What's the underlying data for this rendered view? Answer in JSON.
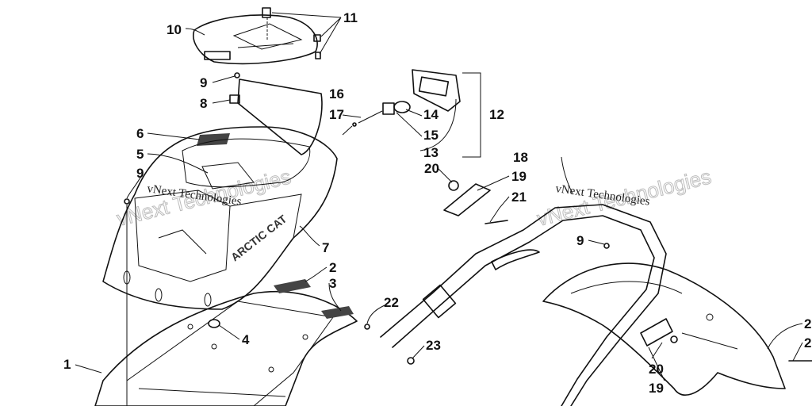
{
  "callouts": {
    "c10": "10",
    "c11": "11",
    "c9a": "9",
    "c8": "8",
    "c6": "6",
    "c5": "5",
    "c9b": "9",
    "c16": "16",
    "c17": "17",
    "c14": "14",
    "c15": "15",
    "c13": "13",
    "c12": "12",
    "c18": "18",
    "c20a": "20",
    "c19a": "19",
    "c21": "21",
    "c9c": "9",
    "c7": "7",
    "c2a": "2",
    "c3": "3",
    "c4": "4",
    "c1": "1",
    "c22": "22",
    "c23": "23",
    "c20b": "20",
    "c19b": "19",
    "c2b": "2",
    "c2c": "2"
  },
  "watermarks": {
    "left_small": "vNext Technologies",
    "left_big": "vNext Technologies",
    "right_small": "vNext Technologies",
    "right_big": "vNext Technologies"
  },
  "brand_decal": "ARCTIC CAT"
}
